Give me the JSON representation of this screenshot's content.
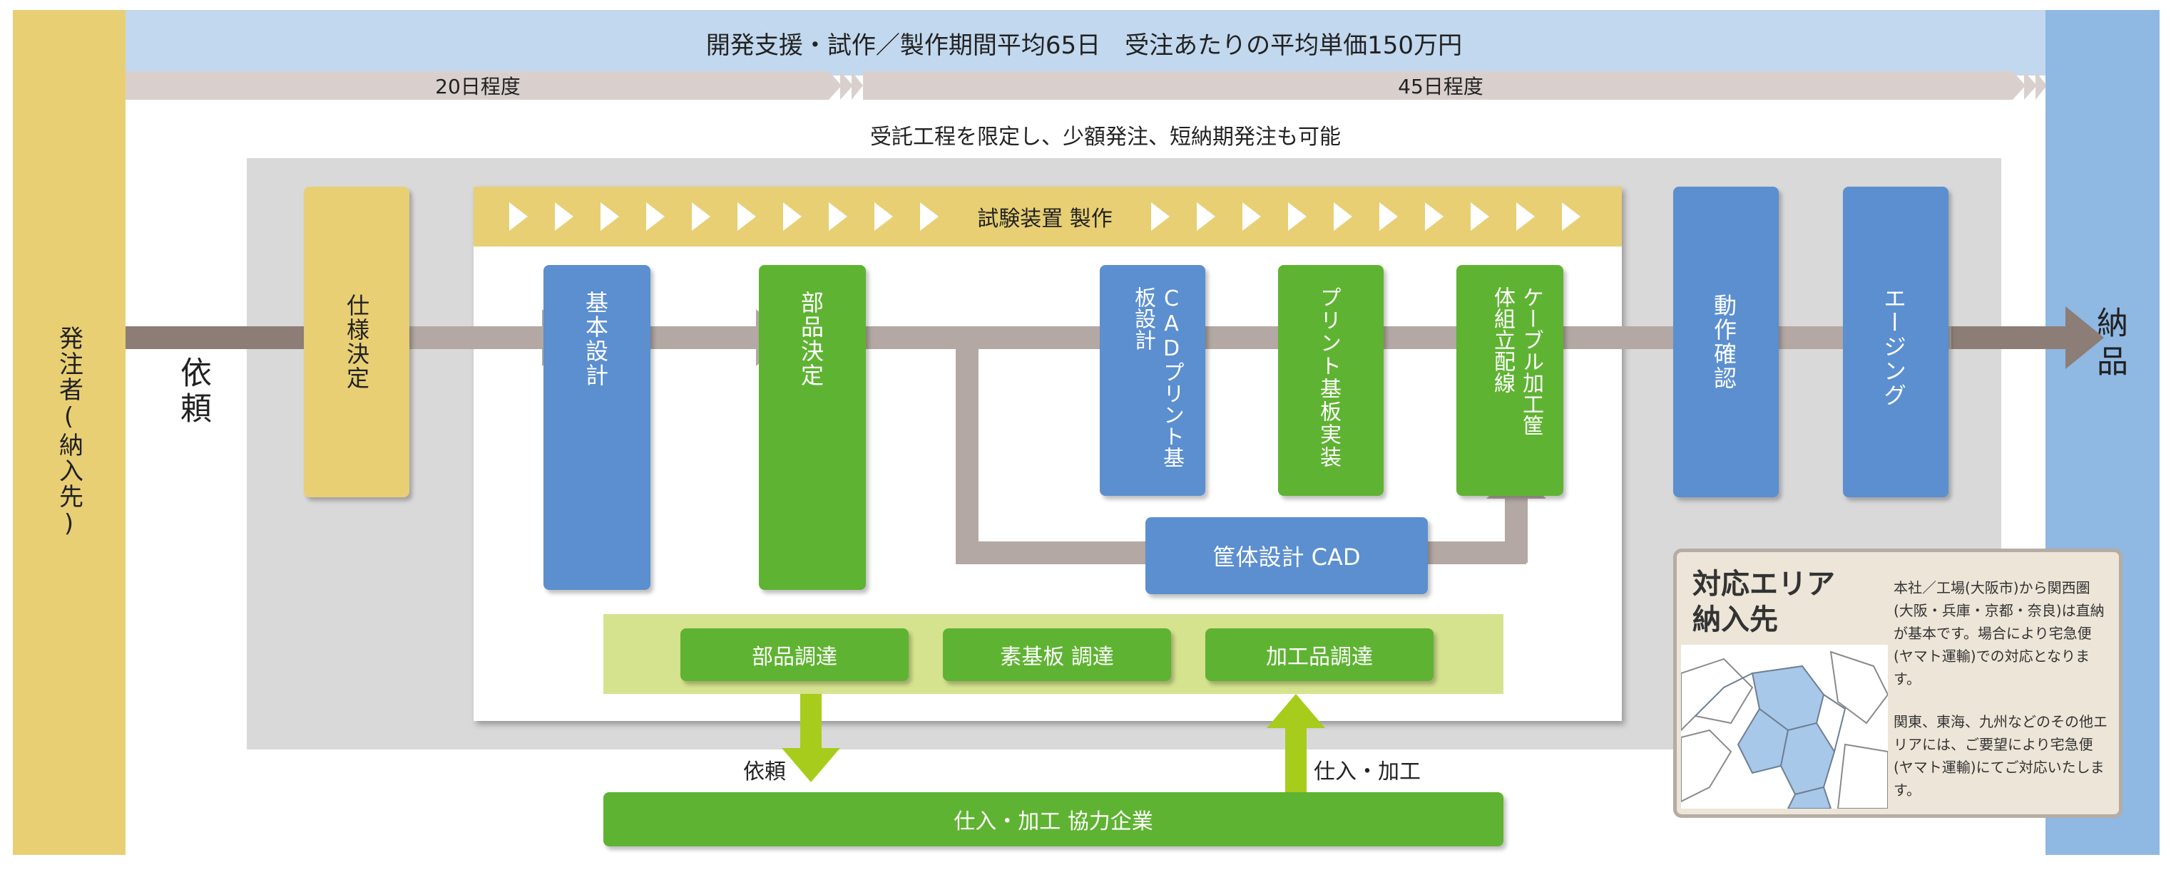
{
  "header": {
    "summary": "開発支援・試作／製作期間平均65日　受注あたりの平均単価150万円",
    "phase1": "20日程度",
    "phase2": "45日程度",
    "subtitle": "受託工程を限定し、少額発注、短納期発注も可能"
  },
  "left": {
    "customer": "発注者(納入先)",
    "request": "依頼"
  },
  "right": {
    "delivery": "納品"
  },
  "steps": {
    "spec": "仕様決定",
    "build_band": "試験装置 製作",
    "basic_design": "基本設計",
    "parts_decision": "部品決定",
    "pcb_cad": "CADプリント基板設計",
    "pcb_mount": "プリント基板実装",
    "cable": "ケーブル加工筐体組立配線",
    "enclosure_cad": "筐体設計 CAD",
    "operation_check": "動作確認",
    "aging": "エージング"
  },
  "procurement": {
    "parts": "部品調達",
    "board": "素基板 調達",
    "processed": "加工品調達"
  },
  "partners": {
    "label": "仕入・加工 協力企業",
    "request": "依頼",
    "supply": "仕入・加工"
  },
  "area_box": {
    "title": "対応エリア納入先",
    "text1": "本社／工場(大阪市)から関西圏(大阪・兵庫・京都・奈良)は直納が基本です。場合により宅急便(ヤマト運輸)での対応となります。",
    "text2": "関東、東海、九州などのその他エリアには、ご要望により宅急便(ヤマト運輸)にてご対応いたします。"
  },
  "colors": {
    "gold": "#e8cf74",
    "blue": "#5b8fcf",
    "green": "#5fb332",
    "light_green": "#d5e38e",
    "arrow": "#b3a8a3",
    "header_bg": "#c2d8ee"
  }
}
